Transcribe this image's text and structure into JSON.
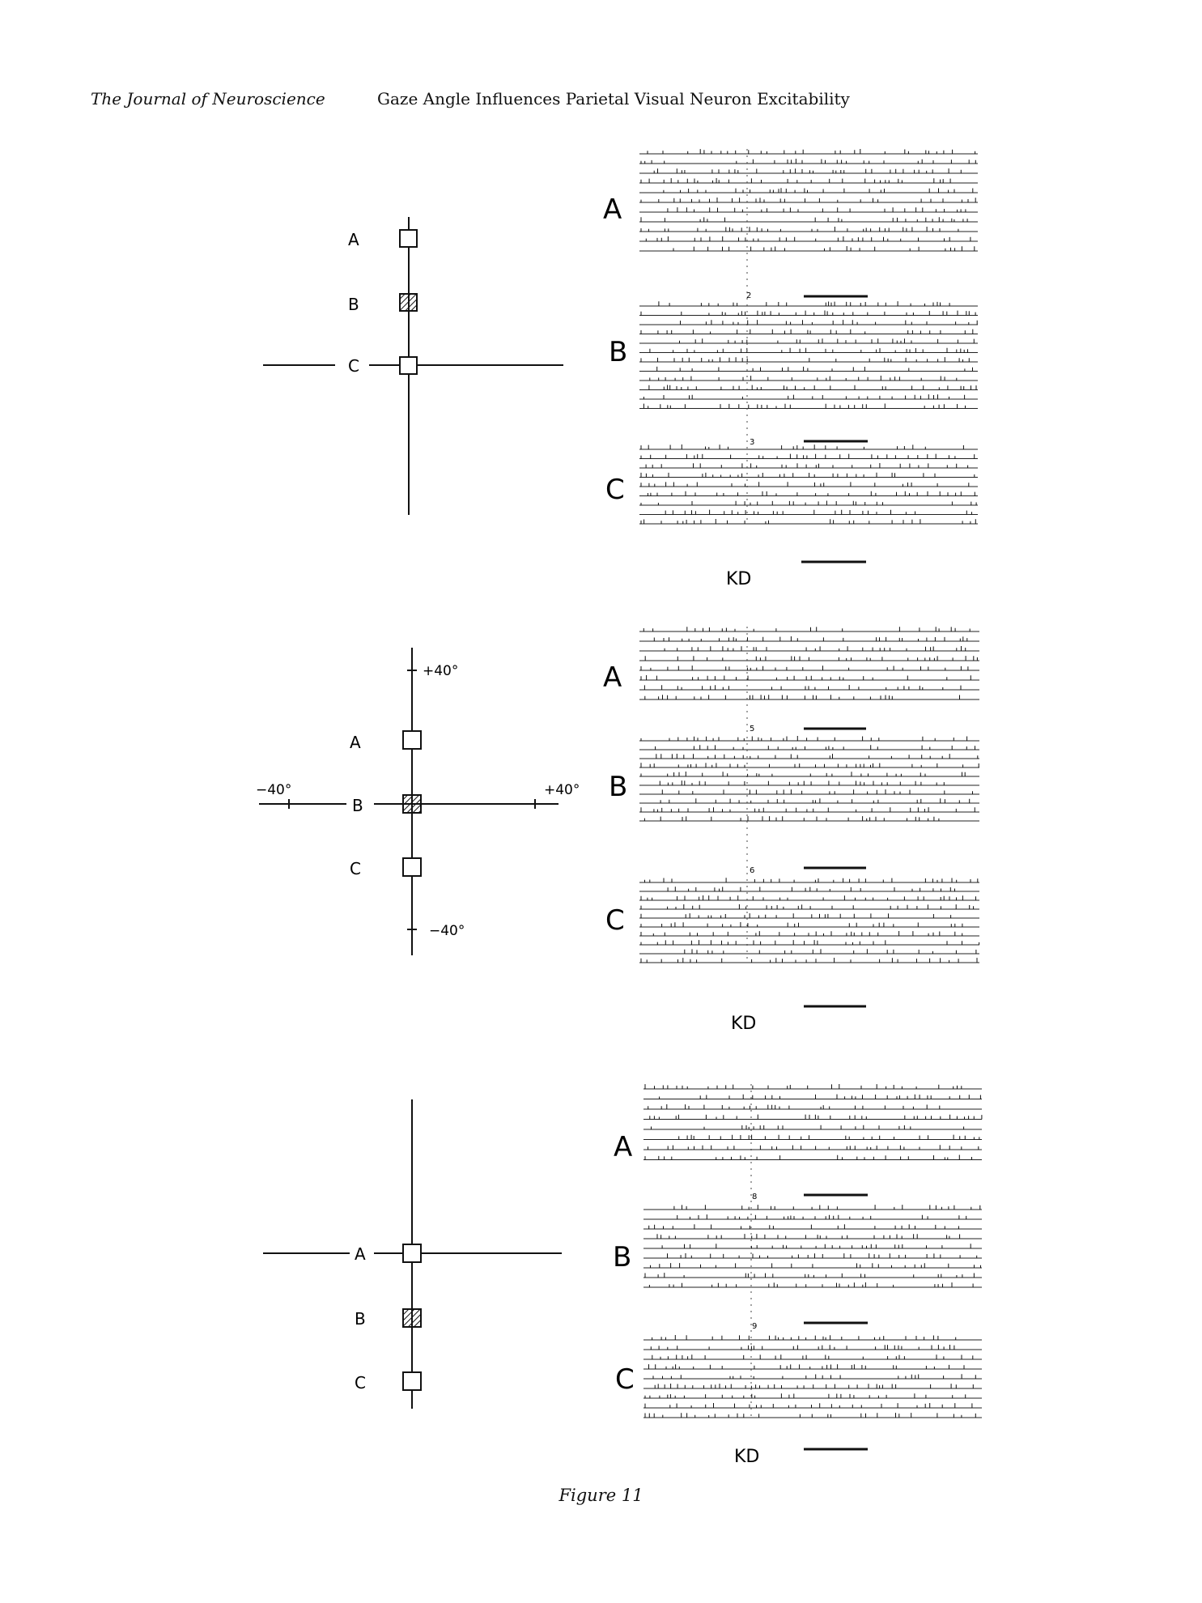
{
  "header": {
    "journal": "The Journal of Neuroscience",
    "running_title": "Gaze Angle Influences Parietal Visual Neuron Excitability"
  },
  "panels": [
    {
      "diagram": {
        "fixation_labels": [
          "A",
          "B",
          "C"
        ],
        "tick_labels": null
      },
      "raster": {
        "section_labels": [
          "A",
          "B",
          "C"
        ],
        "trial_numbers": [
          "2",
          "3"
        ],
        "monkey_label": "KD",
        "trials_per_section": [
          11,
          12,
          9
        ]
      }
    },
    {
      "diagram": {
        "fixation_labels": [
          "A",
          "B",
          "C"
        ],
        "tick_labels": {
          "top": "+40°",
          "left": "−40°",
          "right": "+40°",
          "bottom": "−40°"
        }
      },
      "raster": {
        "section_labels": [
          "A",
          "B",
          "C"
        ],
        "trial_numbers": [
          "5",
          "6"
        ],
        "monkey_label": "KD",
        "trials_per_section": [
          8,
          10,
          10
        ]
      }
    },
    {
      "diagram": {
        "fixation_labels": [
          "A",
          "B",
          "C"
        ],
        "tick_labels": null
      },
      "raster": {
        "section_labels": [
          "A",
          "B",
          "C"
        ],
        "trial_numbers": [
          "8",
          "9"
        ],
        "monkey_label": "KD",
        "trials_per_section": [
          8,
          9,
          9
        ]
      }
    }
  ],
  "caption": "Figure 11"
}
